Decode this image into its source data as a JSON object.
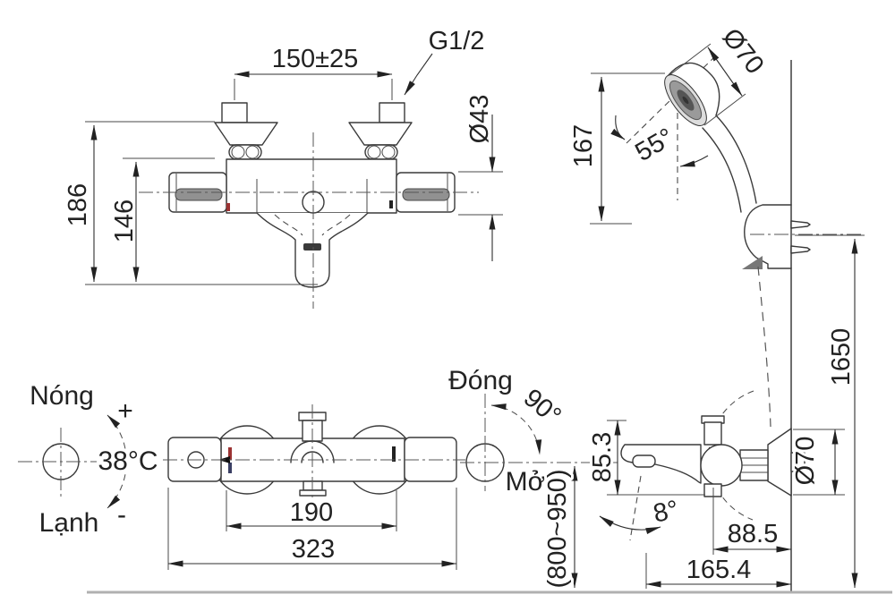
{
  "colors": {
    "line": "#3a3a3a",
    "hot_marker": "#9c3333",
    "cold_marker": "#3a3f63",
    "knurl": "#919191",
    "ground": "#b0b0b0"
  },
  "labels": {
    "front": {
      "inlet_distance": "150±25",
      "thread": "G1/2",
      "handle_diameter": "Ø43",
      "height_total": "186",
      "height_body": "146"
    },
    "shower": {
      "head_diameter": "Ø70",
      "head_length": "167",
      "head_angle": "55°",
      "rail_height": "1650"
    },
    "temp_dial": {
      "hot": "Nóng",
      "plus": "+",
      "temperature": "38°C",
      "cold": "Lạnh",
      "minus": "-"
    },
    "flow_dial": {
      "close": "Đóng",
      "sweep_angle": "90°",
      "open": "Mở",
      "mount_height": "(800~950)"
    },
    "top": {
      "handle_span": "190",
      "total_width": "323"
    },
    "side": {
      "spout_height": "85.3",
      "spout_tilt": "8°",
      "body_offset": "88.5",
      "spout_reach": "165.4",
      "flange_diameter": "Ø70"
    }
  }
}
